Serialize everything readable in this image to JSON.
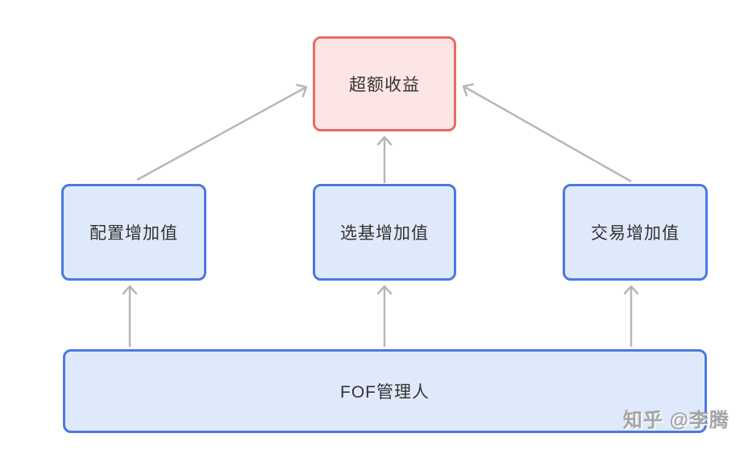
{
  "diagram": {
    "nodes": {
      "excess_return": {
        "label": "超额收益",
        "fill": "#fce5e3",
        "border": "#e26d66"
      },
      "allocation": {
        "label": "配置增加值",
        "fill": "#dfe9fc",
        "border": "#4b79e1"
      },
      "selection": {
        "label": "选基增加值",
        "fill": "#dfe9fc",
        "border": "#4b79e1"
      },
      "trading": {
        "label": "交易增加值",
        "fill": "#dfe9fc",
        "border": "#4b79e1"
      },
      "manager": {
        "label": "FOF管理人",
        "fill": "#dfe9fc",
        "border": "#4b79e1"
      }
    },
    "edges": [
      {
        "from": "allocation",
        "to": "excess_return"
      },
      {
        "from": "selection",
        "to": "excess_return"
      },
      {
        "from": "trading",
        "to": "excess_return"
      },
      {
        "from": "manager",
        "to": "allocation"
      },
      {
        "from": "manager",
        "to": "selection"
      },
      {
        "from": "manager",
        "to": "trading"
      }
    ],
    "arrow_color": "#b7b7b7",
    "text_color": "#333333",
    "background": "#ffffff"
  },
  "watermark": {
    "text": "知乎 @李腾"
  }
}
